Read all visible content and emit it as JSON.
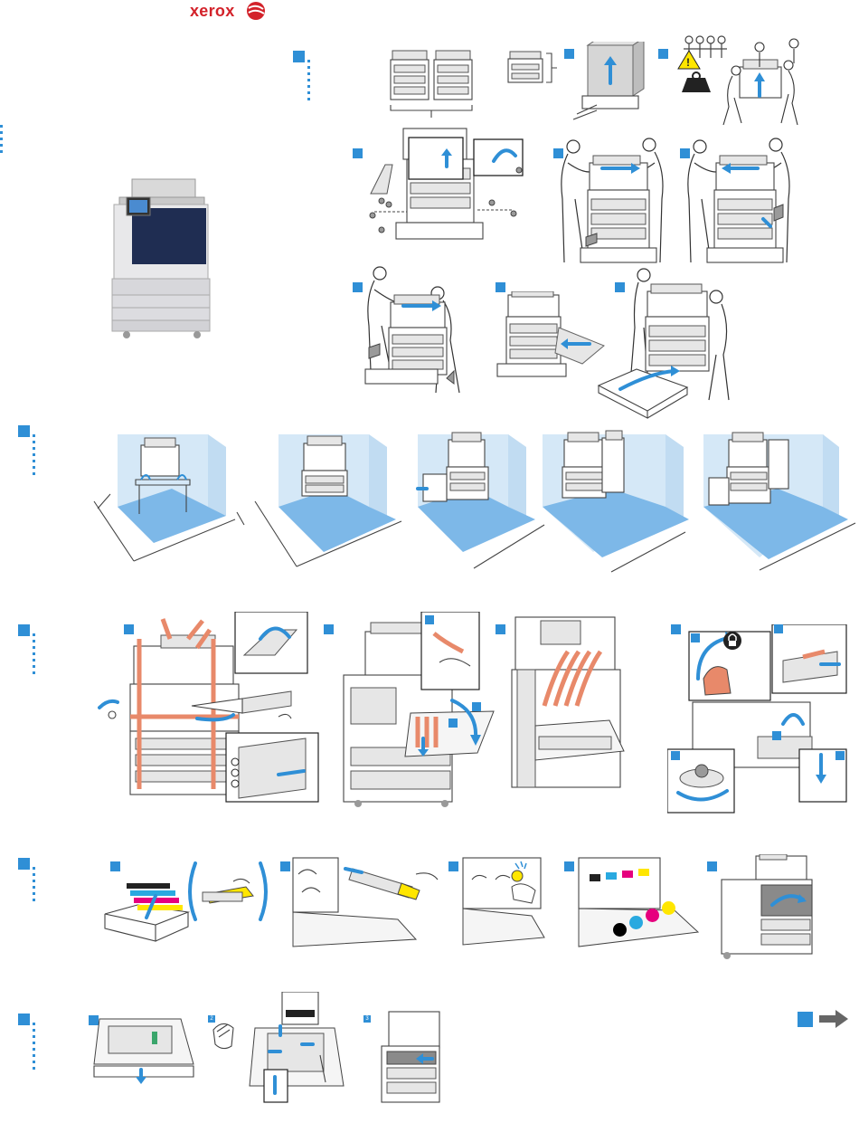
{
  "brand": {
    "name": "xerox",
    "color": "#d3222a",
    "accent": "#2f8fd6"
  },
  "sections": {
    "unpack": {
      "step_badges": [
        "",
        "",
        "",
        "",
        "",
        "",
        "",
        ""
      ]
    },
    "placement": {
      "variants": 5
    },
    "remove_packing": {
      "step_badges": [
        "",
        "",
        "",
        "",
        "",
        "",
        ""
      ]
    },
    "toner": {
      "step_badges": [
        "",
        "",
        "",
        "",
        ""
      ],
      "toner_dots": [
        {
          "color": "#000000"
        },
        {
          "color": "#29a9e0"
        },
        {
          "color": "#e6007e"
        },
        {
          "color": "#ffe600"
        }
      ]
    },
    "paper": {
      "step_badges": [
        "",
        "2",
        "3"
      ]
    }
  },
  "icons": {
    "next": "arrow-right-icon",
    "warning": "warning-icon",
    "lock": "lock-icon"
  }
}
